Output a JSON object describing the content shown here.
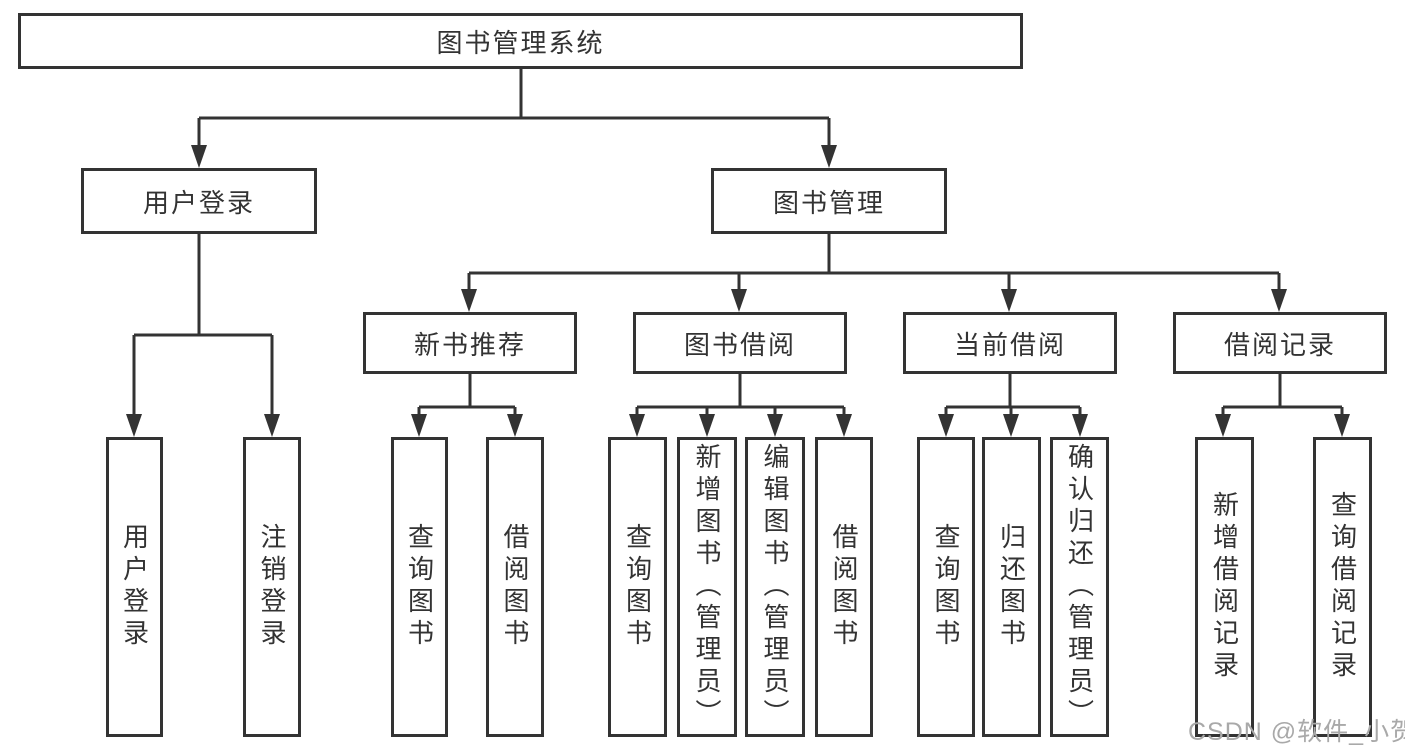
{
  "tree": {
    "label": "图书管理系统",
    "children": [
      {
        "label": "用户登录",
        "children": [
          {
            "label": "用户登录"
          },
          {
            "label": "注销登录"
          }
        ]
      },
      {
        "label": "图书管理",
        "children": [
          {
            "label": "新书推荐",
            "children": [
              {
                "label": "查询图书"
              },
              {
                "label": "借阅图书"
              }
            ]
          },
          {
            "label": "图书借阅",
            "children": [
              {
                "label": "查询图书"
              },
              {
                "label": "新增图书（管理员）"
              },
              {
                "label": "编辑图书（管理员）"
              },
              {
                "label": "借阅图书"
              }
            ]
          },
          {
            "label": "当前借阅",
            "children": [
              {
                "label": "查询图书"
              },
              {
                "label": "归还图书"
              },
              {
                "label": "确认归还（管理员）"
              }
            ]
          },
          {
            "label": "借阅记录",
            "children": [
              {
                "label": "新增借阅记录"
              },
              {
                "label": "查询借阅记录"
              }
            ]
          }
        ]
      }
    ]
  },
  "watermark": "CSDN @软件_小贺同学",
  "colors": {
    "line": "#333333",
    "text": "#333333",
    "background": "#ffffff",
    "watermark": "#a9a9a9"
  }
}
